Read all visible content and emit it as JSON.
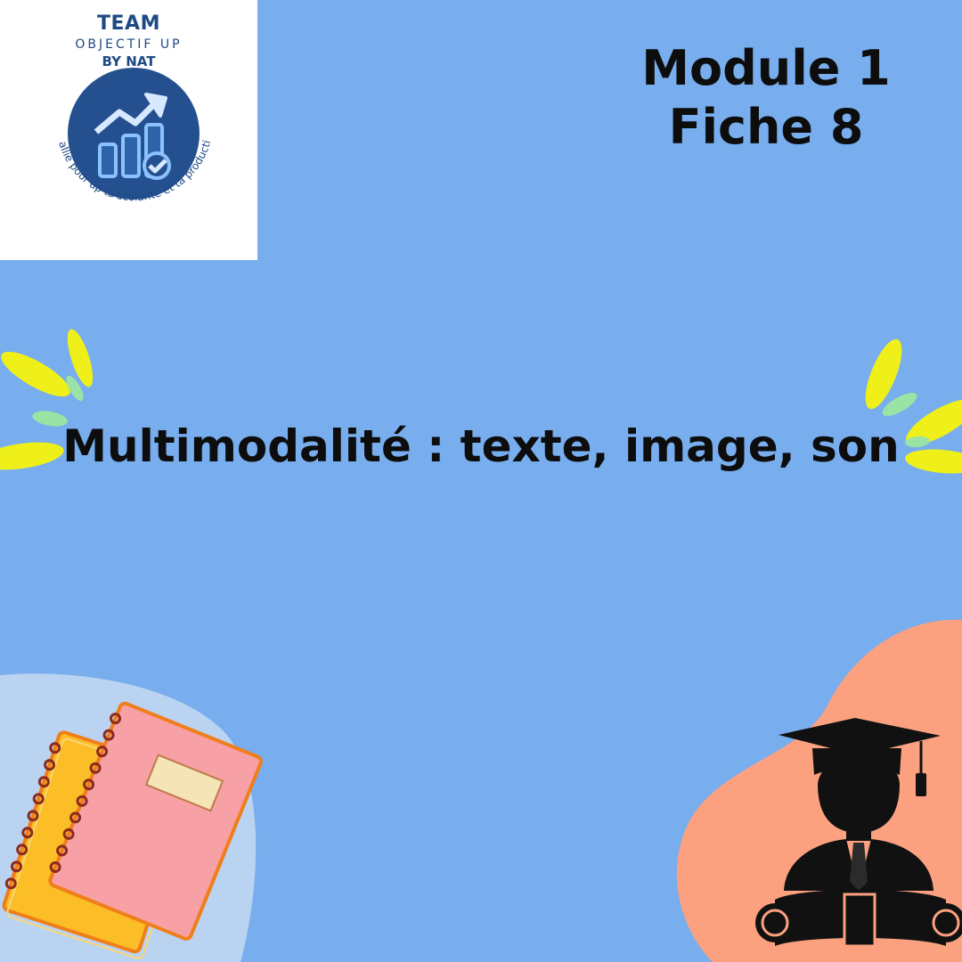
{
  "logo": {
    "line1": "TEAM",
    "line2": "OBJECTIF UP",
    "line3": "BY NAT",
    "tagline": "Ton allié pour up ta scolarité et ta productivité"
  },
  "module": {
    "module_label": "Module 1",
    "fiche_label": "Fiche 8"
  },
  "main": {
    "title": "Multimodalité : texte, image, son"
  },
  "colors": {
    "background": "#78adee",
    "logo_navy": "#1f4a86",
    "blob_left": "#bad3f1",
    "blob_right": "#fca17f",
    "spark_yellow": "#eff01a",
    "spark_green": "#9be3a4",
    "notebook_pink": "#f7a1a6",
    "notebook_yellow": "#fbbe26"
  },
  "icons": {
    "logo_emblem": "chart-arrow-check-icon",
    "notebooks": "notebooks-icon",
    "graduate": "graduate-icon"
  }
}
